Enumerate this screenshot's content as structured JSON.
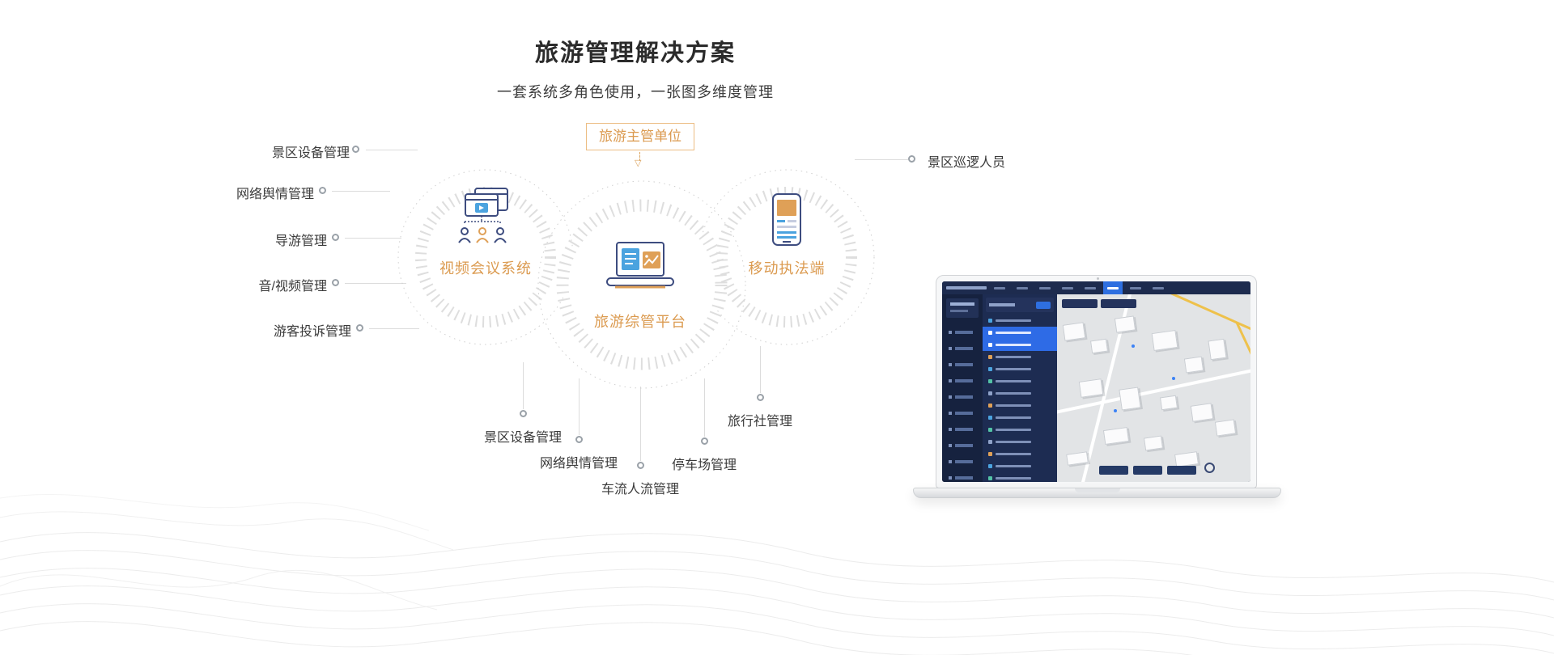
{
  "page": {
    "title": "旅游管理解决方案",
    "subtitle": "一套系统多角色使用，一张图多维度管理"
  },
  "diagram": {
    "top_unit_label": "旅游主管单位",
    "arrow_glyph": "▽",
    "nodes": {
      "video": "视频会议系统",
      "platform": "旅游综管平台",
      "mobile": "移动执法端"
    },
    "left_labels": [
      "景区设备管理",
      "网络舆情管理",
      "导游管理",
      "音/视频管理",
      "游客投诉管理"
    ],
    "right_labels": [
      "景区巡逻人员"
    ],
    "bottom_labels": [
      "景区设备管理",
      "网络舆情管理",
      "车流人流管理",
      "停车场管理",
      "旅行社管理"
    ]
  },
  "colors": {
    "accent_orange": "#DB9A4F",
    "icon_navy": "#3D4C7F",
    "icon_blue": "#4BA3DF",
    "line_gray": "#DCDCDC",
    "dashboard_navy": "#1D2B4E",
    "highlight_blue": "#2E6BE6"
  },
  "icons": {
    "video_node": "video-conference-icon",
    "platform_node": "laptop-dashboard-icon",
    "mobile_node": "smartphone-icon",
    "arrow_down": "hollow-triangle-down"
  }
}
